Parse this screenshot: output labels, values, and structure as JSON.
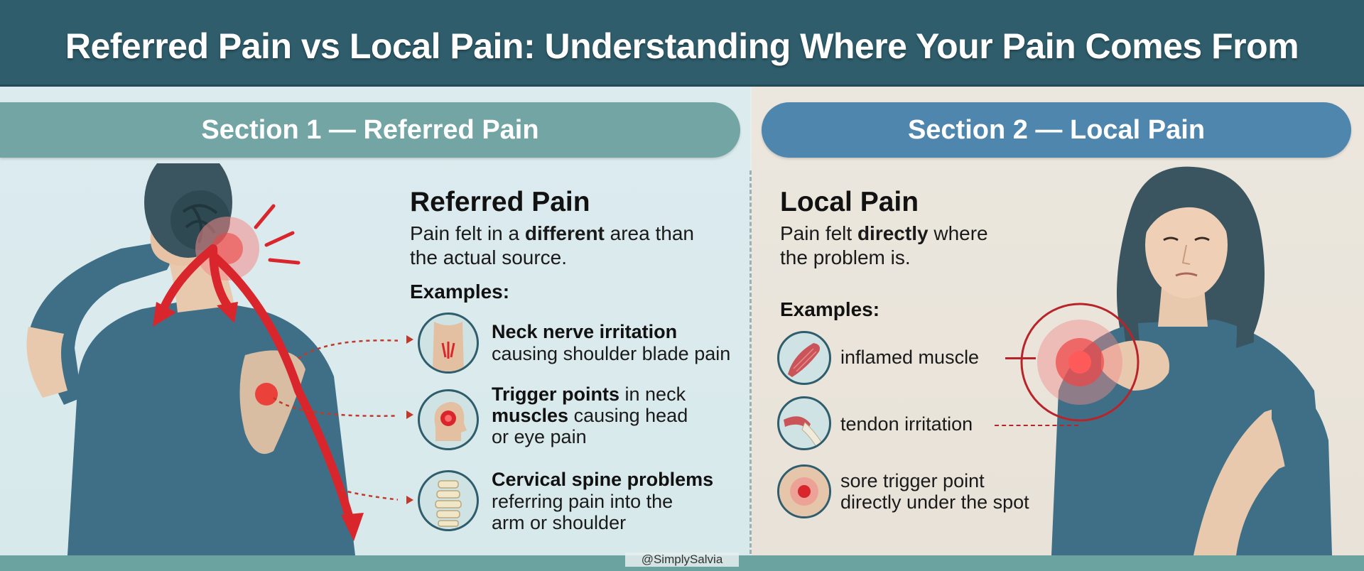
{
  "title": "Referred Pain vs Local Pain: Understanding Where Your Pain Comes From",
  "section1": {
    "pill": "Section 1 — Referred Pain",
    "heading": "Referred Pain",
    "desc_pre": "Pain felt in a ",
    "desc_bold": "different",
    "desc_post": " area than the actual source.",
    "examples_label": "Examples:",
    "examples": [
      {
        "title": "Neck nerve irritation",
        "text": "causing shoulder blade pain"
      },
      {
        "title_pre": "Trigger points",
        "text_a": " in neck",
        "title_mid": "muscles",
        "text_b": " causing head",
        "text_c": "or eye pain"
      },
      {
        "title": "Cervical spine problems",
        "text": "referring pain into the",
        "text2": "arm or shoulder"
      }
    ]
  },
  "section2": {
    "pill": "Section 2 — Local Pain",
    "heading": "Local Pain",
    "desc_pre": "Pain felt ",
    "desc_bold": "directly",
    "desc_post": " where the problem is.",
    "examples_label": "Examples:",
    "examples": [
      {
        "text": "inflamed muscle"
      },
      {
        "text": "tendon irritation"
      },
      {
        "text": "sore trigger point",
        "text2": "directly under the spot"
      }
    ]
  },
  "credit": "@SimplySalvia",
  "colors": {
    "title_bg": "#2f5d6b",
    "pill_left": "#72a5a3",
    "pill_right": "#4f86ad",
    "pain_red": "#d9262c",
    "shirt": "#3f6f87"
  }
}
